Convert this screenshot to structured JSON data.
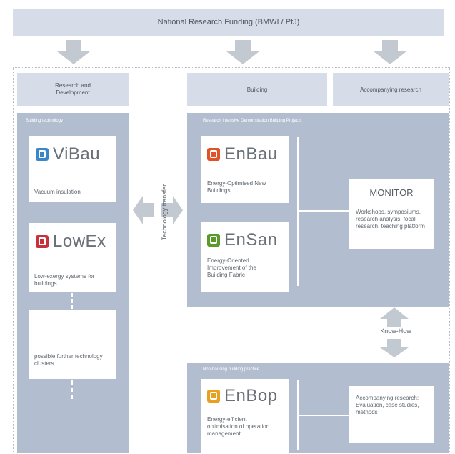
{
  "header": {
    "title": "National Research Funding (BMWI / PtJ)"
  },
  "columns": {
    "rnd": "Research and Development",
    "building": "Building",
    "accompanying": "Accompanying research"
  },
  "sections": {
    "building_technology": "Building technology",
    "demo_projects": "Research Intensive Demonstration Building Projects",
    "non_housing": "Non-housing building practice"
  },
  "tech_transfer": "Technology transfer",
  "know_how": "Know-How",
  "cards": {
    "vibau": {
      "name": "ViBau",
      "desc": "Vacuum insulation",
      "color": "#3a87c8"
    },
    "lowex": {
      "name": "LowEx",
      "desc": "Low-exergy systems for buildings",
      "color": "#c8303a"
    },
    "further": {
      "desc": "possible further technology clusters"
    },
    "enbau": {
      "name": "EnBau",
      "desc": "Energy-Optimised New Buildings",
      "color": "#e0532a"
    },
    "ensan": {
      "name": "EnSan",
      "desc": "Energy-Oriented Improvement of the Building Fabric",
      "color": "#5a9a2a"
    },
    "enbop": {
      "name": "EnBop",
      "desc": "Energy-efficient optimisation of operation management",
      "color": "#e8a020"
    },
    "monitor": {
      "name": "MONITOR",
      "desc": "Workshops, symposiums, research analysis, focal research, teaching platform"
    },
    "accompanying_research": {
      "desc": "Accompanying research: Evaluation, case studies, methods"
    }
  }
}
